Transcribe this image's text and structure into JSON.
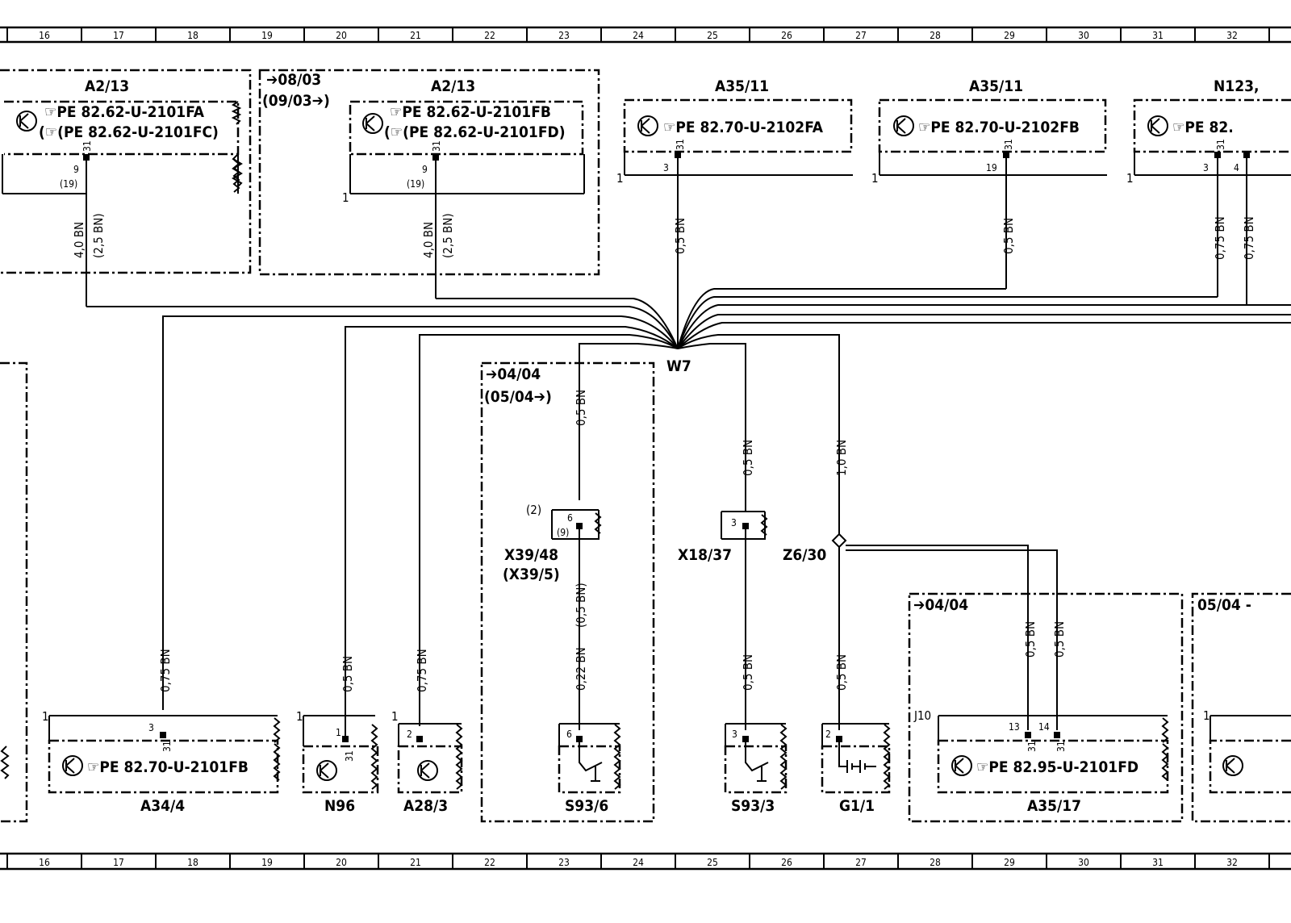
{
  "grid": {
    "columns": [
      "16",
      "17",
      "18",
      "19",
      "20",
      "21",
      "22",
      "23",
      "24",
      "25",
      "26",
      "27",
      "28",
      "29",
      "30",
      "31",
      "32"
    ]
  },
  "top_components": [
    {
      "id": "a2_13_left",
      "label": "A2/13",
      "lines": [
        "PE 82.62-U-2101FA",
        "(PE 82.62-U-2101FC)"
      ],
      "pin_top": "31",
      "pin_bottom": "9",
      "pin_alt": "(19)"
    },
    {
      "id": "a2_13_right",
      "label": "A2/13",
      "date_from": "08/03",
      "date_until": "(09/03",
      "lines": [
        "PE 82.62-U-2101FB",
        "(PE 82.62-U-2101FD)"
      ],
      "pin_top": "31",
      "pin_bottom": "9",
      "pin_alt": "(19)",
      "side": "1"
    },
    {
      "id": "a35_11_a",
      "label": "A35/11",
      "lines": [
        "PE 82.70-U-2102FA"
      ],
      "pin_top": "31",
      "pin_bottom": "3",
      "side": "1"
    },
    {
      "id": "a35_11_b",
      "label": "A35/11",
      "lines": [
        "PE 82.70-U-2102FB"
      ],
      "pin_top": "31",
      "pin_bottom": "19",
      "side": "1"
    },
    {
      "id": "n123",
      "label": "N123,",
      "lines": [
        "PE 82."
      ],
      "pin_top": "31",
      "pin_bottom_a": "3",
      "pin_bottom_b": "4",
      "side": "1"
    }
  ],
  "top_wires": [
    {
      "id": "w_a213_l",
      "label": "4,0 BN",
      "label_alt": "(2,5 BN)"
    },
    {
      "id": "w_a213_r",
      "label": "4,0 BN",
      "label_alt": "(2,5 BN)"
    },
    {
      "id": "w_a3511_a",
      "label": "0,5 BN"
    },
    {
      "id": "w_a3511_b",
      "label": "0,5 BN"
    },
    {
      "id": "w_n123_a",
      "label": "0,75 BN"
    },
    {
      "id": "w_n123_b",
      "label": "0,75 BN"
    }
  ],
  "splice": {
    "label": "W7"
  },
  "middle": {
    "block_date_from": "04/04",
    "block_date_until": "(05/04",
    "x39_wire_top": "0,5 BN",
    "x39_pin_note": "(2)",
    "x39_pin": "6",
    "x39_pin_alt": "(9)",
    "x39_label": "X39/48",
    "x39_label_alt": "(X39/5)",
    "x39_wire_bottom": "0,22 BN",
    "x39_wire_bottom_alt": "(0,5 BN)",
    "x18_wire_top": "0,5 BN",
    "x18_pin": "3",
    "x18_label": "X18/37",
    "x18_wire_bottom": "0,5 BN",
    "z6_wire_top": "1,0 BN",
    "z6_label": "Z6/30",
    "z6_wire_bottom": "0,5 BN",
    "a35_17_wire_a": "0,5 BN",
    "a35_17_wire_b": "0,5 BN",
    "a34_wire": "0,75 BN",
    "n96_wire": "0,5 BN",
    "a28_wire": "0,75 BN"
  },
  "bottom_components": [
    {
      "id": "a34_4",
      "label": "A34/4",
      "text": "PE 82.70-U-2101FB",
      "pin": "3",
      "pin_sub": "31",
      "side": "1"
    },
    {
      "id": "n96",
      "label": "N96",
      "pin": "1",
      "pin_sub": "31",
      "side": "1"
    },
    {
      "id": "a28_3",
      "label": "A28/3",
      "pin": "2",
      "side": "1"
    },
    {
      "id": "s93_6",
      "label": "S93/6",
      "pin": "6"
    },
    {
      "id": "s93_3",
      "label": "S93/3",
      "pin": "3"
    },
    {
      "id": "g1_1",
      "label": "G1/1",
      "pin": "2"
    },
    {
      "id": "a35_17",
      "label": "A35/17",
      "text": "PE 82.95-U-2101FD",
      "pin_a": "13",
      "pin_b": "14",
      "pin_sub": "31",
      "side": "J10",
      "date_from": "04/04"
    },
    {
      "id": "right_edge",
      "date_from": "05/04",
      "side": "1"
    }
  ]
}
